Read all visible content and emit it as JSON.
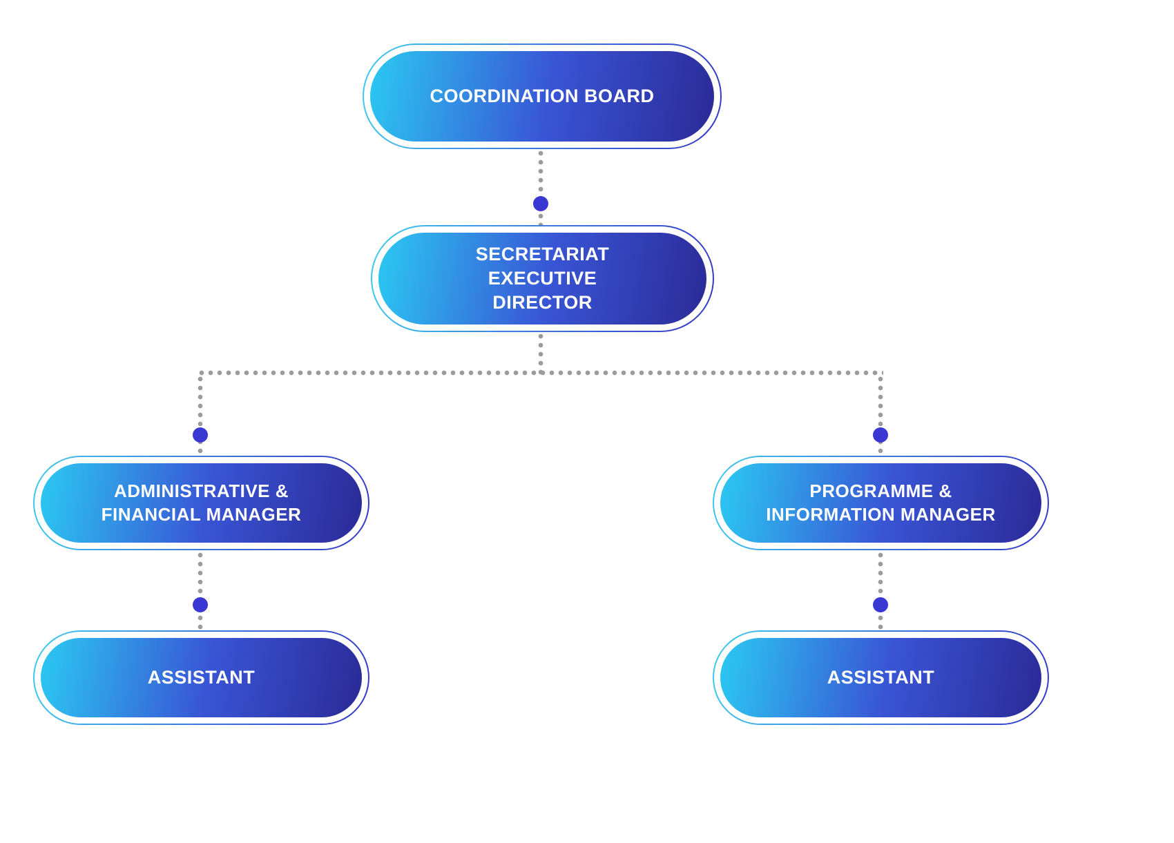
{
  "diagram": {
    "type": "org-chart",
    "nodes": [
      {
        "id": "coordination-board",
        "label": "COORDINATION BOARD",
        "lines": [
          "COORDINATION BOARD"
        ]
      },
      {
        "id": "secretariat-executive-director",
        "label": "SECRETARIAT EXECUTIVE DIRECTOR",
        "lines": [
          "SECRETARIAT EXECUTIVE",
          "DIRECTOR"
        ]
      },
      {
        "id": "administrative-financial-manager",
        "label": "ADMINISTRATIVE & FINANCIAL MANAGER",
        "lines": [
          "ADMINISTRATIVE &",
          "FINANCIAL MANAGER"
        ]
      },
      {
        "id": "programme-information-manager",
        "label": "PROGRAMME & INFORMATION MANAGER",
        "lines": [
          "PROGRAMME &",
          "INFORMATION MANAGER"
        ]
      },
      {
        "id": "assistant-admin",
        "label": "ASSISTANT",
        "lines": [
          "ASSISTANT"
        ]
      },
      {
        "id": "assistant-programme",
        "label": "ASSISTANT",
        "lines": [
          "ASSISTANT"
        ]
      }
    ],
    "edges": [
      {
        "from": "coordination-board",
        "to": "secretariat-executive-director"
      },
      {
        "from": "secretariat-executive-director",
        "to": "administrative-financial-manager"
      },
      {
        "from": "secretariat-executive-director",
        "to": "programme-information-manager"
      },
      {
        "from": "administrative-financial-manager",
        "to": "assistant-admin"
      },
      {
        "from": "programme-information-manager",
        "to": "assistant-programme"
      }
    ],
    "colors": {
      "pill_gradient_start": "#2BC9F2",
      "pill_gradient_mid": "#3955D5",
      "pill_gradient_end": "#2B2A97",
      "outline_gradient_start": "#3CCBF1",
      "outline_gradient_end": "#3337C6",
      "connector_dots": "#9B9B9B",
      "junction_dot": "#3A38D2",
      "text": "#FFFFFF",
      "background": "#FFFFFF"
    }
  }
}
